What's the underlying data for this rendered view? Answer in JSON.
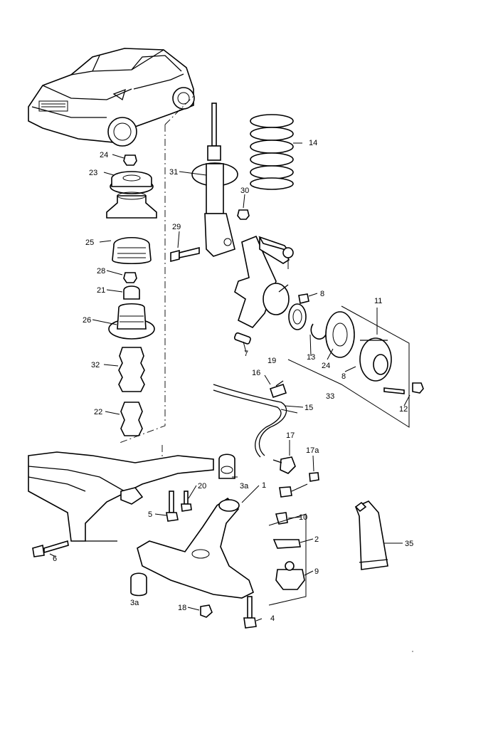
{
  "callouts": {
    "c1": "1",
    "c2": "2",
    "c3a_top": "3a",
    "c3a_bottom": "3a",
    "c4": "4",
    "c5": "5",
    "c6": "6",
    "c7": "7",
    "c8_hub": "8",
    "c8_flange": "8",
    "c9": "9",
    "c10": "10",
    "c11": "11",
    "c12": "12",
    "c13": "13",
    "c14": "14",
    "c15": "15",
    "c16": "16",
    "c17": "17",
    "c17a": "17a",
    "c18": "18",
    "c19": "19",
    "c20": "20",
    "c21": "21",
    "c22": "22",
    "c23": "23",
    "c24_top": "24",
    "c24_ring": "24",
    "c25": "25",
    "c26": "26",
    "c28": "28",
    "c29": "29",
    "c30": "30",
    "c31": "31",
    "c32": "32",
    "c33": "33",
    "c35": "35"
  }
}
